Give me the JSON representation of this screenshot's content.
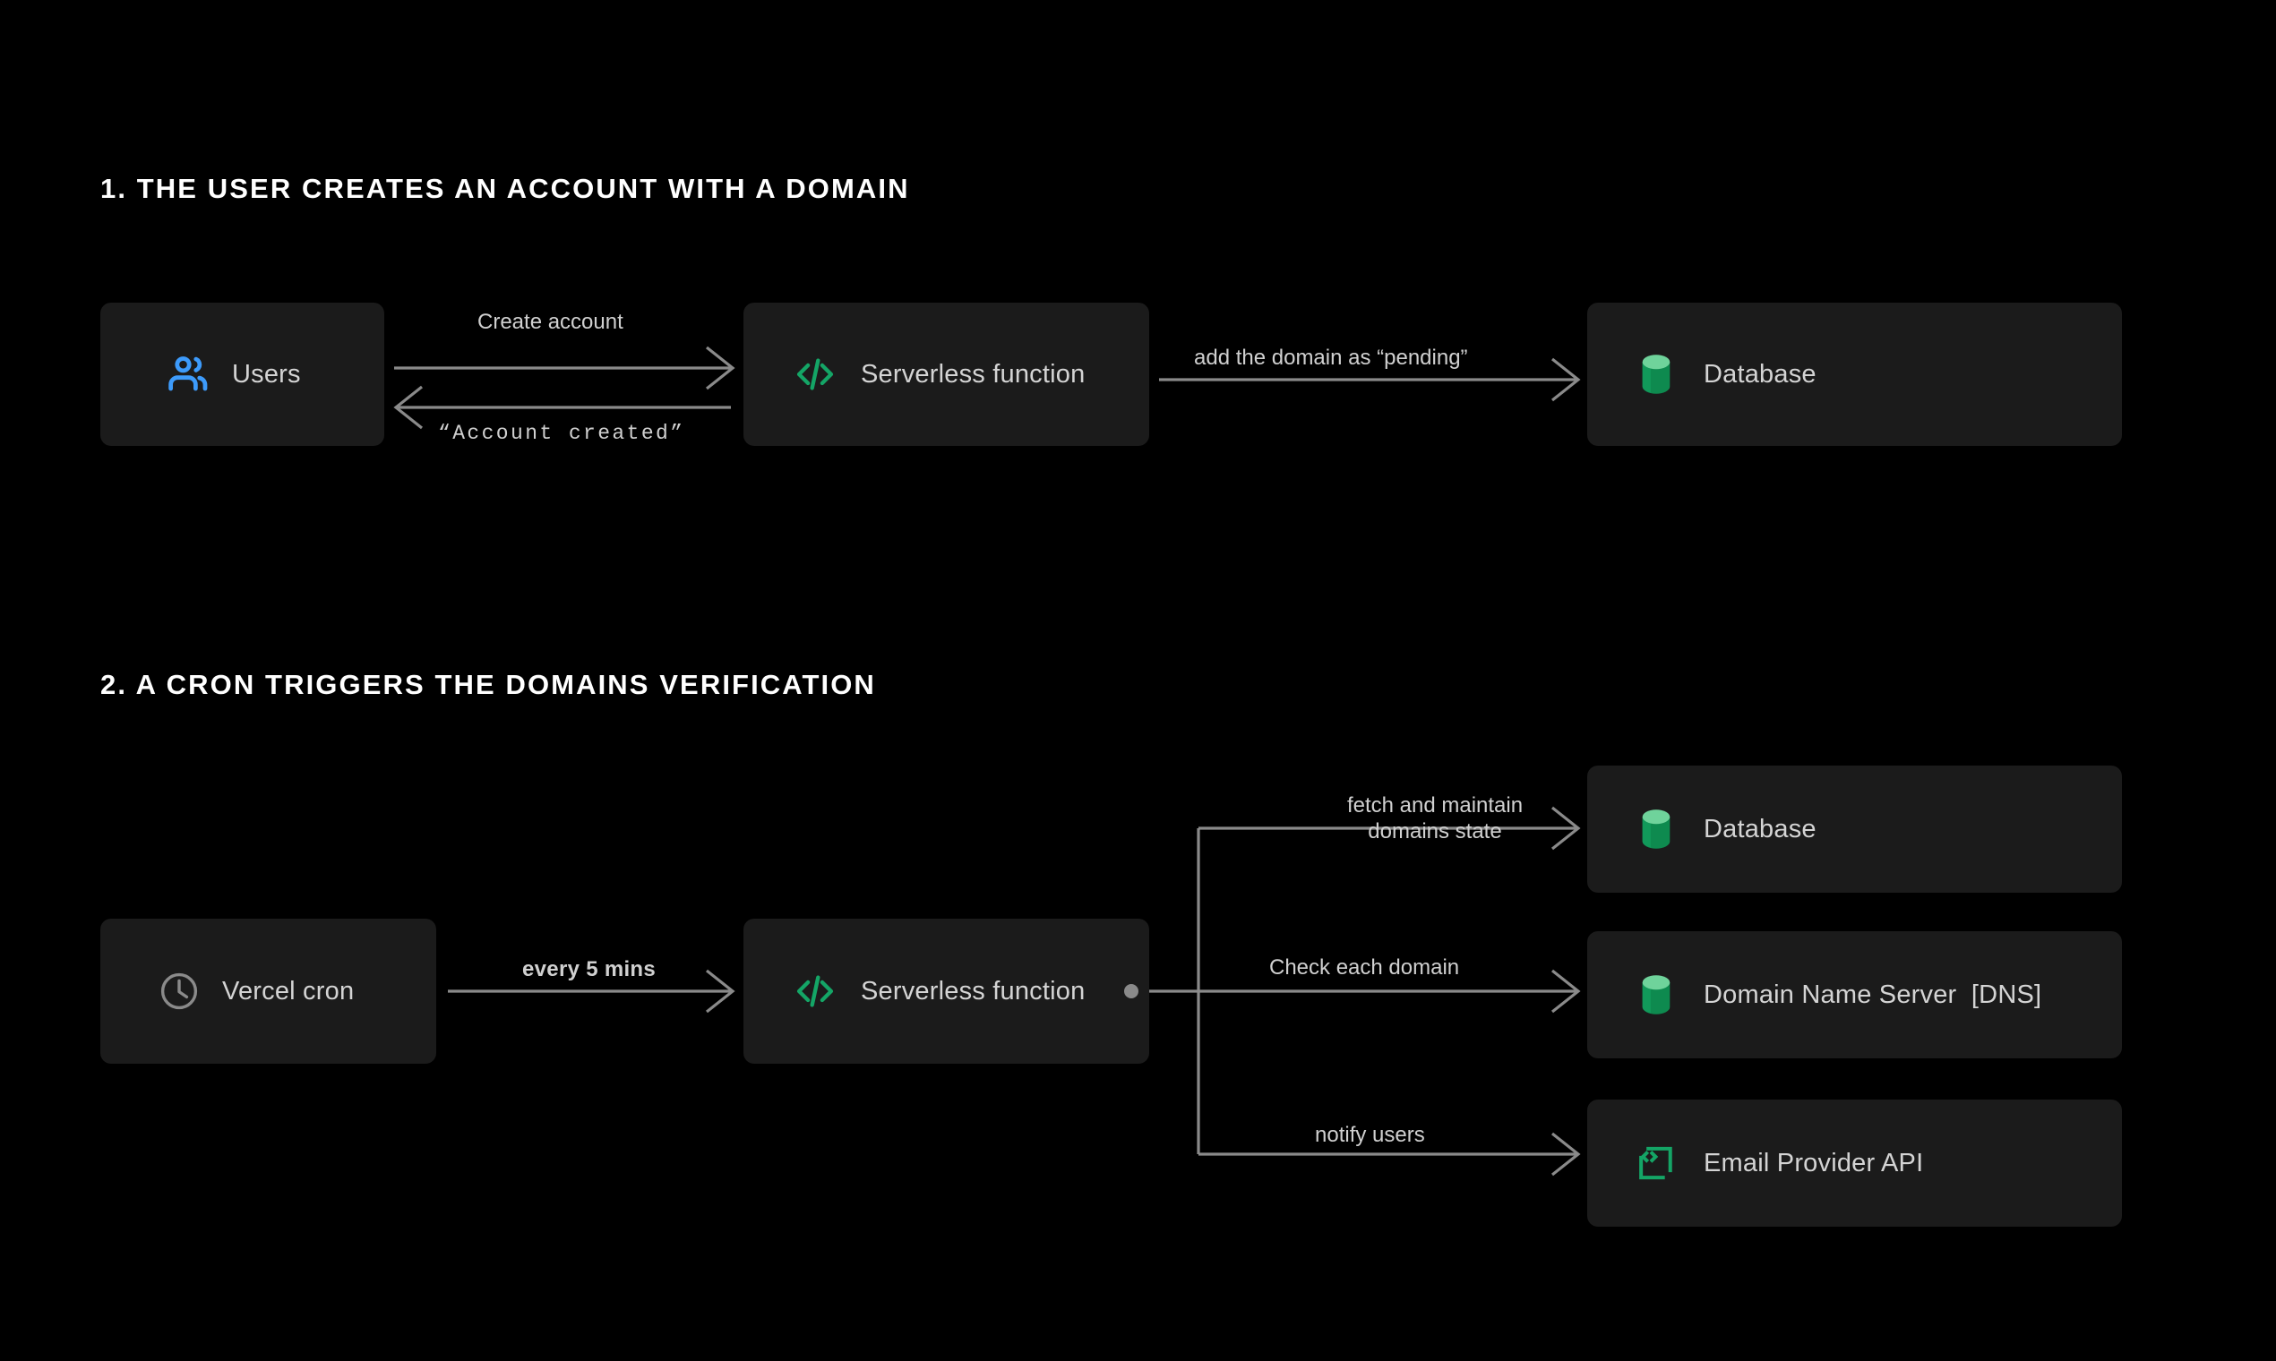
{
  "page": {
    "background": "#000000",
    "card_background": "#1b1b1b",
    "line_color": "#8a8a8a",
    "text_color": "#d4d4d4",
    "heading_color": "#ffffff",
    "accent_green": "#14a566",
    "accent_green_light": "#6fd39b",
    "accent_blue": "#3d9bfb"
  },
  "sections": [
    {
      "id": "section-1",
      "heading": "1. THE USER CREATES AN ACCOUNT WITH A DOMAIN"
    },
    {
      "id": "section-2",
      "heading": "2. A CRON TRIGGERS THE DOMAINS VERIFICATION"
    }
  ],
  "nodes": {
    "users": {
      "label": "Users",
      "icon": "users-icon"
    },
    "serverless_1": {
      "label": "Serverless function",
      "icon": "code-brackets-icon"
    },
    "database_1": {
      "label": "Database",
      "icon": "database-cylinder-icon"
    },
    "cron": {
      "label": "Vercel cron",
      "icon": "clock-icon"
    },
    "serverless_2": {
      "label": "Serverless function",
      "icon": "code-brackets-icon"
    },
    "database_2": {
      "label": "Database",
      "icon": "database-cylinder-icon"
    },
    "dns": {
      "label": "Domain Name Server  [DNS]",
      "icon": "database-cylinder-icon"
    },
    "email": {
      "label": "Email Provider API",
      "icon": "api-bracket-icon"
    }
  },
  "edges": {
    "create_account": {
      "label": "Create account",
      "from": "users",
      "to": "serverless_1",
      "style": "sans"
    },
    "account_created": {
      "label": "“Account created”",
      "from": "serverless_1",
      "to": "users",
      "style": "mono"
    },
    "add_domain": {
      "label": "add the domain as “pending”",
      "from": "serverless_1",
      "to": "database_1",
      "style": "sans"
    },
    "every_5_mins": {
      "label": "every 5 mins",
      "from": "cron",
      "to": "serverless_2",
      "style": "sans-bold"
    },
    "fetch_maintain": {
      "label": "fetch and maintain\ndomains state",
      "from": "serverless_2",
      "to": "database_2",
      "style": "sans"
    },
    "check_domain": {
      "label": "Check each domain",
      "from": "serverless_2",
      "to": "dns",
      "style": "sans"
    },
    "notify_users": {
      "label": "notify users",
      "from": "serverless_2",
      "to": "email",
      "style": "sans"
    }
  }
}
